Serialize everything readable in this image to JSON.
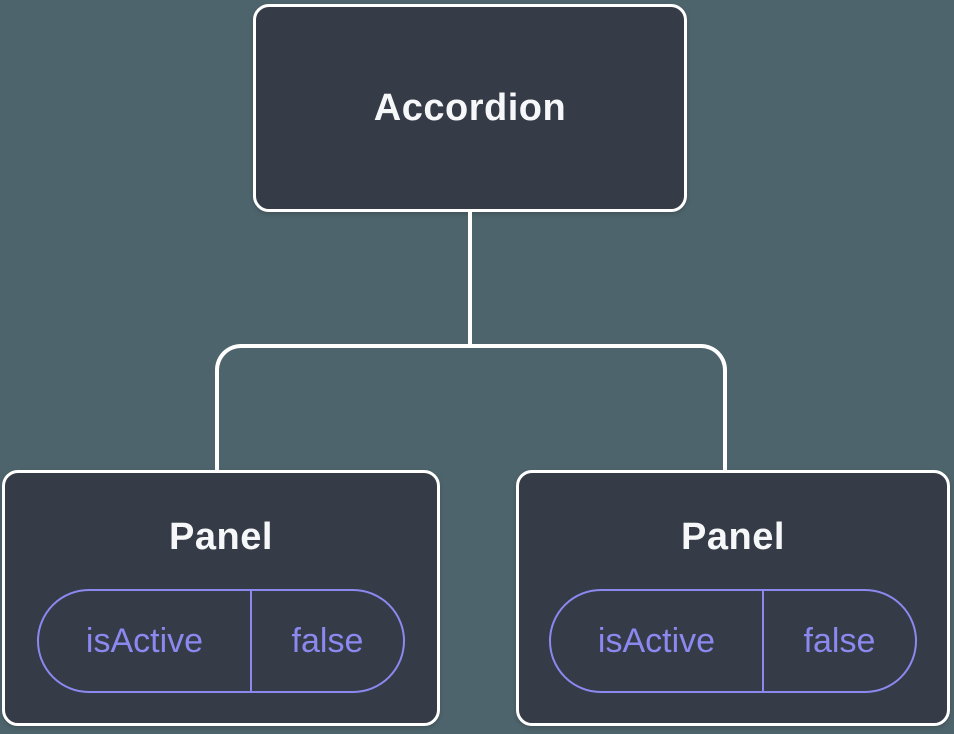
{
  "diagram": {
    "root": {
      "label": "Accordion"
    },
    "children": [
      {
        "label": "Panel",
        "state": {
          "key": "isActive",
          "value": "false"
        }
      },
      {
        "label": "Panel",
        "state": {
          "key": "isActive",
          "value": "false"
        }
      }
    ]
  },
  "colors": {
    "background": "#4e646c",
    "node_fill": "#353b47",
    "node_border": "#ffffff",
    "title_text": "#f6f7f9",
    "state_accent": "#8b89f0"
  }
}
